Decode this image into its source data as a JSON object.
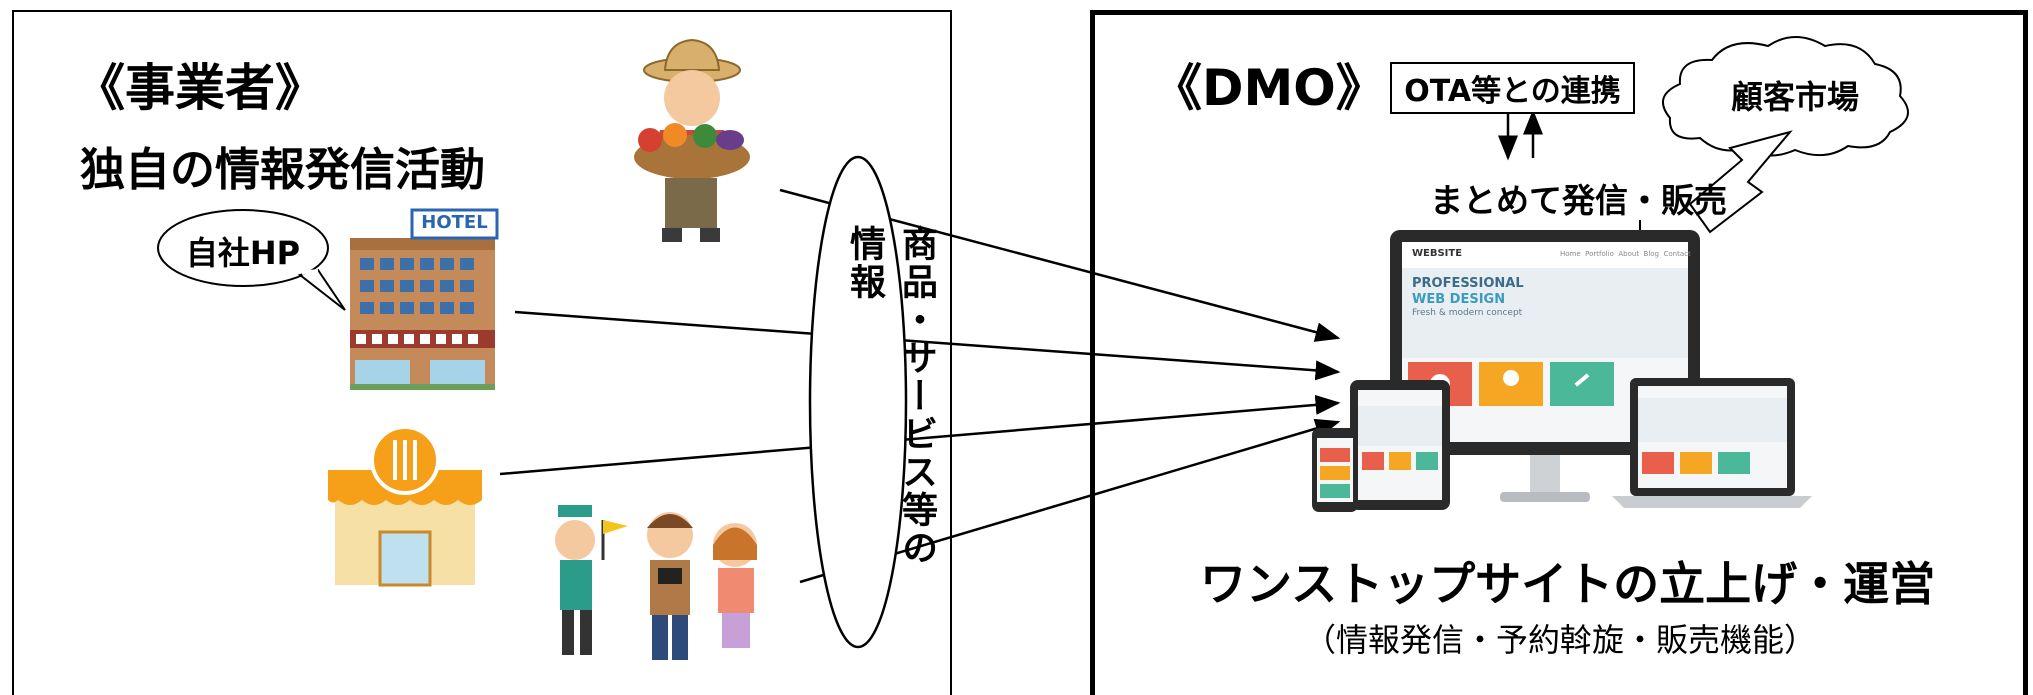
{
  "left": {
    "title": "《事業者》",
    "subtitle": "独自の情報発信活動",
    "bubble_label": "自社HP",
    "hotel_sign": "HOTEL"
  },
  "center": {
    "oval_label": "商品・サービス等の情報"
  },
  "right": {
    "title": "《DMO》",
    "ota_label": "OTA等との連携",
    "customer_market": "顧客市場",
    "batch_label": "まとめて発信・販売",
    "main_caption": "ワンストップサイトの立上げ・運営",
    "sub_caption": "（情報発信・予約斡旋・販売機能）"
  },
  "screen": {
    "site_logo": "WEBSITE",
    "headline_1": "PROFESSIONAL",
    "headline_2": "WEB DESIGN",
    "tagline": "Fresh & modern concept",
    "nav_items": [
      "Home",
      "Portfolio",
      "About",
      "Blog",
      "Contact"
    ]
  },
  "colors": {
    "accent_teal": "#3a9bbf",
    "tile_red": "#e8604c",
    "tile_orange": "#f5a623",
    "tile_green": "#4cb89a",
    "awning_orange": "#f6a01a"
  }
}
